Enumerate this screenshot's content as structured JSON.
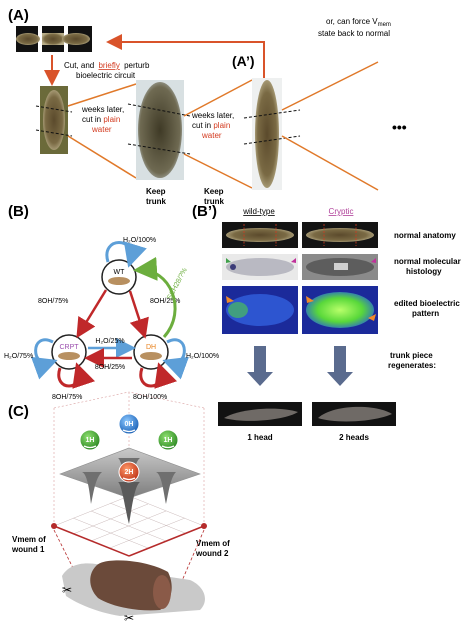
{
  "panel_A": {
    "label": "(A)",
    "label_prime": "(A’)",
    "cut_text_1": "Cut, and",
    "cut_text_briefly": "briefly",
    "cut_text_2": "perturb",
    "cut_text_3": "bioelectric circuit",
    "force_text_1": "or, can force V",
    "force_text_sub": "mem",
    "force_text_2": "state back to normal",
    "weeks1_line1": "weeks later,",
    "weeks1_line2": "cut in",
    "weeks1_plain": "plain",
    "weeks1_water": "water",
    "weeks2_line1": "weeks later,",
    "weeks2_line2": "cut in",
    "weeks2_plain": "plain",
    "weeks2_water": "water",
    "keep1_a": "Keep",
    "keep1_b": "trunk",
    "keep2_a": "Keep",
    "keep2_b": "trunk",
    "ellipsis": "•••"
  },
  "panel_B": {
    "label": "(B)",
    "wt": "WT",
    "crpt": "CRPT",
    "dh": "DH",
    "edges": {
      "wt_self": "H₂O/100%",
      "wt_to_crpt": "8OH/75%",
      "wt_to_dh": "8OH/25%",
      "dh_to_wt": "SCH28/?%",
      "crpt_to_dh": "H₂O/25%",
      "dh_to_crpt": "8OH/25%",
      "crpt_self_h2o": "H₂O/75%",
      "crpt_self_8oh": "8OH/75%",
      "dh_self_h2o": "H₂O/100%",
      "dh_self_8oh": "8OH/100%"
    }
  },
  "panel_Bp": {
    "label": "(B’)",
    "col_wt": "wild-type",
    "col_cryptic": "Cryptic",
    "row1": "normal anatomy",
    "row2_a": "normal molecular",
    "row2_b": "histology",
    "row3_a": "edited bioelectric",
    "row3_b": "pattern",
    "trunk_a": "trunk piece",
    "trunk_b": "regenerates:",
    "result_1": "1 head",
    "result_2": "2 heads"
  },
  "panel_C": {
    "label": "(C)",
    "well_1h_left": "1H",
    "well_0h": "0H",
    "well_1h_right": "1H",
    "well_2h": "2H",
    "vmem1_a": "Vmem of",
    "vmem1_b": "wound 1",
    "vmem2_a": "Vmem of",
    "vmem2_b": "wound 2"
  },
  "colors": {
    "orange": "#e0792a",
    "red_text": "#d33a1f",
    "wt_fill": "#ffffff",
    "crpt_ring": "#9b4fae",
    "dh_ring": "#e8801a",
    "arrow_red": "#c0282a",
    "arrow_blue": "#5d9fd8",
    "arrow_green": "#6cae3e",
    "cryptic_magenta": "#b0409a"
  }
}
